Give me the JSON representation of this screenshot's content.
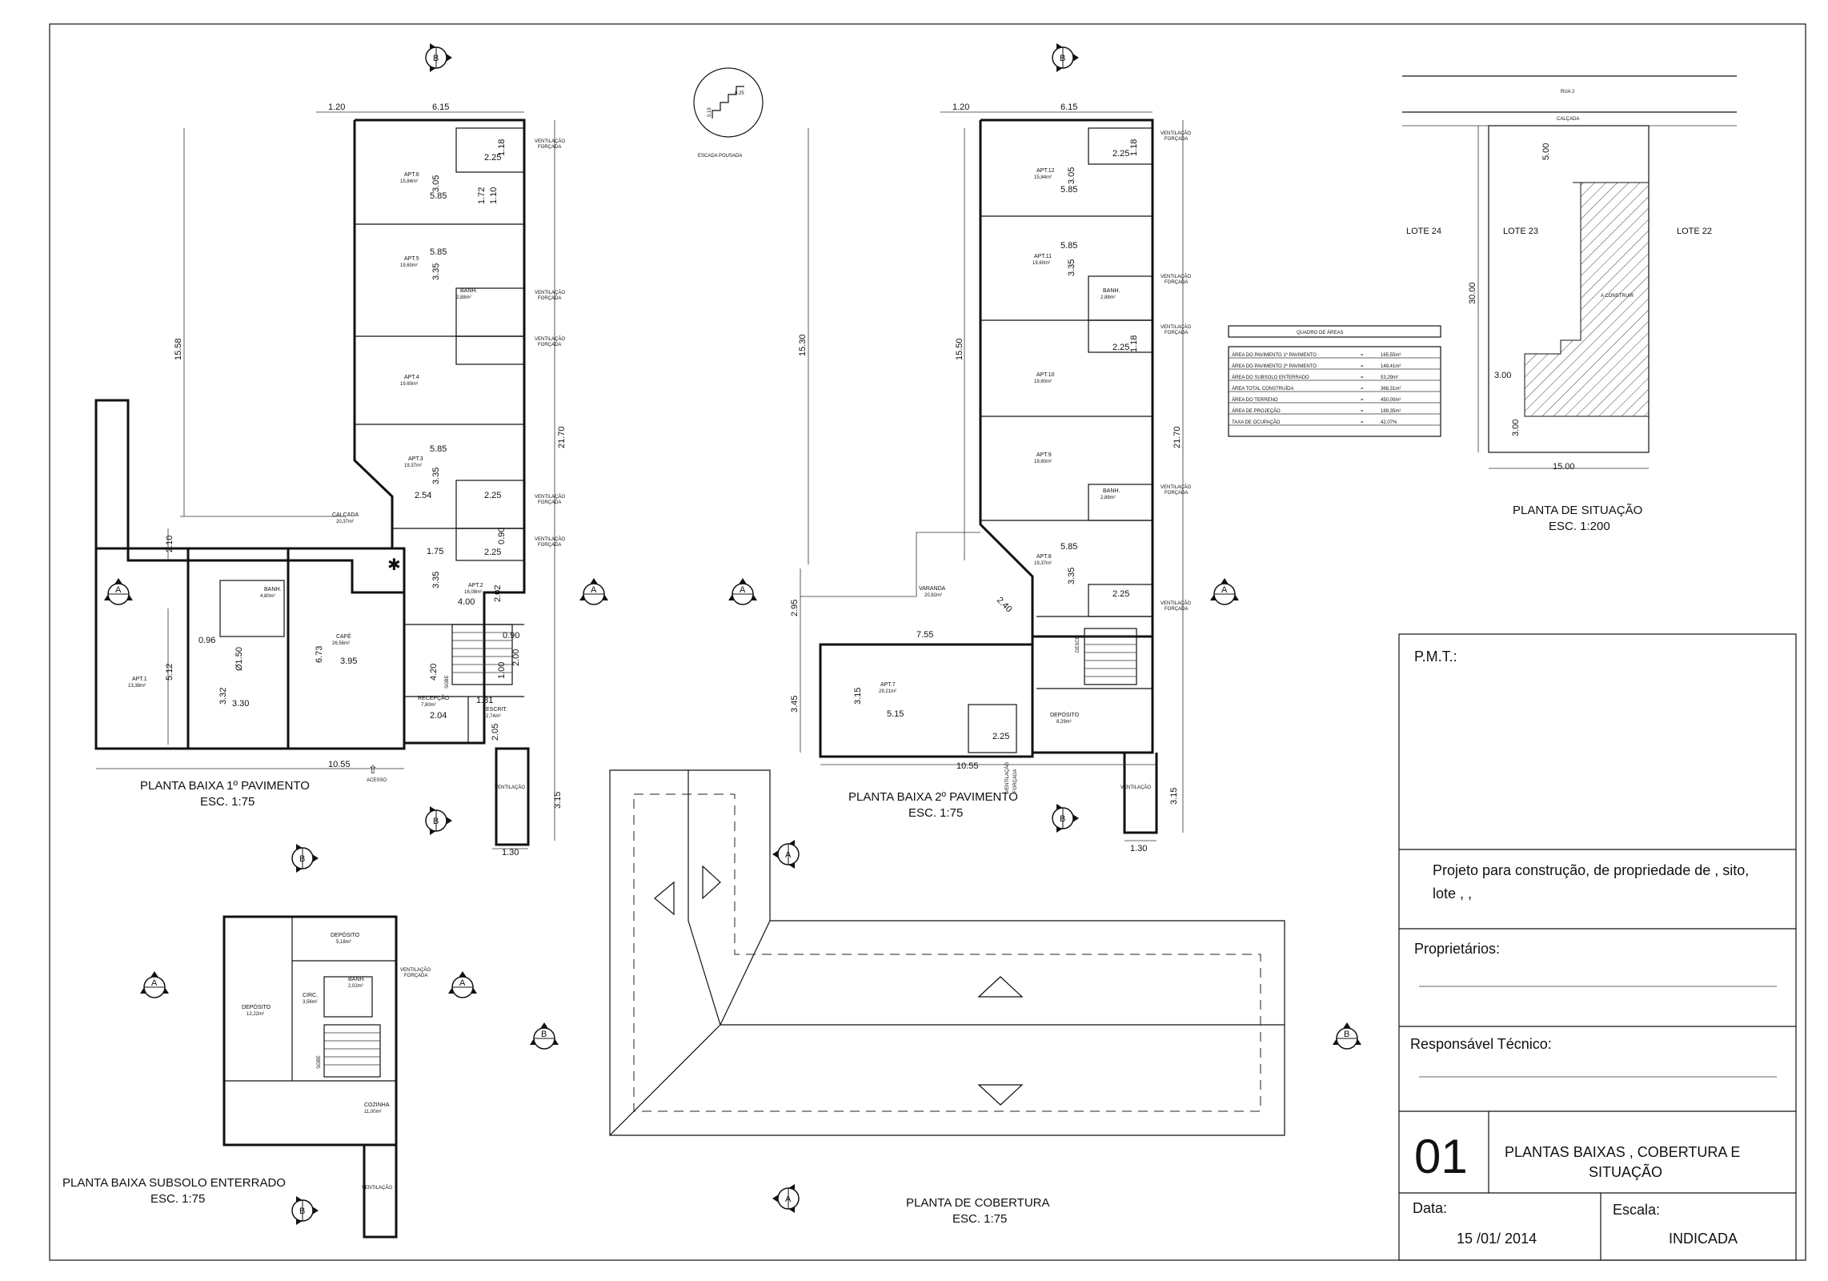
{
  "plans": {
    "floor1": {
      "title": "PLANTA BAIXA 1º PAVIMENTO",
      "scale": "ESC. 1:75"
    },
    "floor2": {
      "title": "PLANTA BAIXA 2º PAVIMENTO",
      "scale": "ESC. 1:75"
    },
    "basement": {
      "title": "PLANTA BAIXA SUBSOLO ENTERRADO",
      "scale": "ESC. 1:75"
    },
    "roof": {
      "title": "PLANTA DE COBERTURA",
      "scale": "ESC. 1:75"
    },
    "site": {
      "title": "PLANTA DE SITUAÇÃO",
      "scale": "ESC. 1:200"
    }
  },
  "stair_detail": {
    "label": "ESCADA POUSADA",
    "dim1": "0.25",
    "dim2": "0.19"
  },
  "floor1": {
    "rooms": [
      {
        "name": "APT.6",
        "area": "15,84m²"
      },
      {
        "name": "APT.5",
        "area": "19,60m²"
      },
      {
        "name": "APT.4",
        "area": "19,60m²"
      },
      {
        "name": "APT.3",
        "area": "19,37m²"
      },
      {
        "name": "APT.2",
        "area": "16,08m²"
      },
      {
        "name": "APT.1",
        "area": "13,38m²"
      },
      {
        "name": "CAFÉ",
        "area": "26,56m²"
      },
      {
        "name": "BANH.",
        "area": "4,80m²"
      },
      {
        "name": "BANH.",
        "area": "2,88m²"
      },
      {
        "name": "RECEPÇÃO",
        "area": "7,80m²"
      },
      {
        "name": "ESCRIT.",
        "area": "2,74m²"
      },
      {
        "name": "CALÇADA",
        "area": "20,37m²"
      }
    ],
    "dims": {
      "top_left": "1.20",
      "top_width": "6.15",
      "height_total": "15.58",
      "height_right": "21.70",
      "left_offset": "2.10",
      "left_low": "5.12",
      "bottom": "10.55",
      "bottom_right": "3.15",
      "vent_width": "1.30",
      "w585a": "5.85",
      "w585b": "5.85",
      "w585c": "5.85",
      "h305": "3.05",
      "h335a": "3.35",
      "h335b": "3.35",
      "h335c": "3.35",
      "h172": "1.72",
      "h110": "1.10",
      "w225a": "2.25",
      "w225b": "2.25",
      "w225c": "2.25",
      "w254": "2.54",
      "w175": "1.75",
      "w400": "4.00",
      "h202": "2.02",
      "w090": "0.90",
      "h420": "4.20",
      "h100": "1.00",
      "h200": "2.00",
      "w181": "1.81",
      "h205": "2.05",
      "w204": "2.04",
      "w096": "0.96",
      "d150": "Ø1.50",
      "h673": "6.73",
      "w395": "3.95",
      "h332": "3.32",
      "w330": "3.30",
      "h118": "1.18",
      "h090": "0.90"
    },
    "labels": {
      "access": "ACESSO",
      "sobe": "SOBE",
      "vent1": "VENTILAÇÃO",
      "vent1b": "FORÇADA",
      "vent2": "VENTILAÇÃO",
      "vent2b": "FORÇADA",
      "vent3": "VENTILAÇÃO",
      "vent3b": "FORÇADA",
      "vent4": "VENTILAÇÃO",
      "vent4b": "FORÇADA",
      "vent5": "VENTILAÇÃO",
      "vent5b": "FORÇADA",
      "vent_shaft": "VENTILAÇÃO"
    }
  },
  "floor2": {
    "rooms": [
      {
        "name": "APT.12",
        "area": "15,84m²"
      },
      {
        "name": "APT.11",
        "area": "19,60m²"
      },
      {
        "name": "APT.10",
        "area": "19,60m²"
      },
      {
        "name": "APT.9",
        "area": "19,60m²"
      },
      {
        "name": "APT.8",
        "area": "19,37m²"
      },
      {
        "name": "APT.7",
        "area": "29,21m²"
      },
      {
        "name": "VARANDA",
        "area": "20,82m²"
      },
      {
        "name": "DEPÓSITO",
        "area": "8,29m²"
      },
      {
        "name": "BANH.",
        "area": "2,88m²"
      },
      {
        "name": "BANH.",
        "area": "2,88m²"
      }
    ],
    "dims": {
      "top_left": "1.20",
      "top_width": "6.15",
      "height_total": "15.30",
      "height_mid": "15.50",
      "height_right": "21.70",
      "left_a": "2.95",
      "left_b": "3.45",
      "bottom": "10.55",
      "bottom_right": "3.15",
      "vent_width": "1.30",
      "w755": "7.55",
      "w515": "5.15",
      "h315": "3.15",
      "w585a": "5.85",
      "w585b": "5.85",
      "w585c": "5.85",
      "h305": "3.05",
      "h335a": "3.35",
      "h335b": "3.35",
      "h118a": "1.18",
      "h118b": "1.18",
      "w225a": "2.25",
      "w225b": "2.25",
      "w225c": "2.25",
      "w225d": "2.25",
      "diag": "2.40"
    },
    "labels": {
      "desce": "DESCE",
      "vent1": "VENTILAÇÃO",
      "vent1b": "FORÇADA",
      "vent2": "VENTILAÇÃO",
      "vent2b": "FORÇADA",
      "vent3": "VENTILAÇÃO",
      "vent3b": "FORÇADA",
      "vent4": "VENTILAÇÃO",
      "vent4b": "FORÇADA",
      "vent5": "VENTILAÇÃO",
      "vent5b": "FORÇADA",
      "vent6": "VENTILAÇÃO",
      "vent6b": "FORÇADA",
      "vent_shaft": "VENTILAÇÃO"
    }
  },
  "basement": {
    "rooms": [
      {
        "name": "DEPÓSITO",
        "area": "5,18m²"
      },
      {
        "name": "DEPÓSITO",
        "area": "12,22m²"
      },
      {
        "name": "CIRC.",
        "area": "3,56m²"
      },
      {
        "name": "BANH.",
        "area": "2,02m²"
      },
      {
        "name": "COZINHA",
        "area": "11,00m²"
      }
    ],
    "labels": {
      "vent": "VENTILAÇÃO",
      "ventb": "FORÇADA",
      "sobe": "SOBE",
      "vent_shaft": "VENTILAÇÃO"
    }
  },
  "areas_table": {
    "title": "QUADRO DE ÁREAS",
    "rows": [
      {
        "label": "ÁREA DO PAVIMENTO 1º PAVIMENTO",
        "eq": "=",
        "value": "165,55m²"
      },
      {
        "label": "ÁREA DO PAVIMENTO 2º PAVIMENTO",
        "eq": "=",
        "value": "149,41m²"
      },
      {
        "label": "ÁREA DO SUBSOLO ENTERRADO",
        "eq": "=",
        "value": "53,29m²"
      },
      {
        "label": "ÁREA TOTAL CONSTRUÍDA",
        "eq": "=",
        "value": "368,31m²"
      },
      {
        "label": "ÁREA DO TERRENO",
        "eq": "=",
        "value": "450,00m²"
      },
      {
        "label": "ÁREA DE PROJEÇÃO",
        "eq": "=",
        "value": "189,35m²"
      },
      {
        "label": "TAXA DE OCUPAÇÃO",
        "eq": "=",
        "value": "42,07%"
      }
    ]
  },
  "site": {
    "rua": "RUA 2",
    "calcada": "CALÇADA",
    "lot24": "LOTE 24",
    "lot23": "LOTE 23",
    "lot22": "LOTE 22",
    "built": "A CONSTRUIR",
    "d500": "5.00",
    "d3000": "30.00",
    "d300a": "3.00",
    "d300b": "3.00",
    "d1500": "15.00"
  },
  "section_marks": {
    "a": "A",
    "b": "B"
  },
  "title_block": {
    "pmt": "P.M.T.:",
    "project_line1": "Projeto para construção, de propriedade de   , sito,",
    "project_line2": "lote , ,",
    "owners": "Proprietários:",
    "tech": "Responsável Técnico:",
    "sheet_no": "01",
    "sheet_title1": "PLANTAS BAIXAS , COBERTURA E",
    "sheet_title2": "SITUAÇÃO",
    "date_label": "Data:",
    "date_value": "15 /01/ 2014",
    "scale_label": "Escala:",
    "scale_value": "INDICADA"
  }
}
